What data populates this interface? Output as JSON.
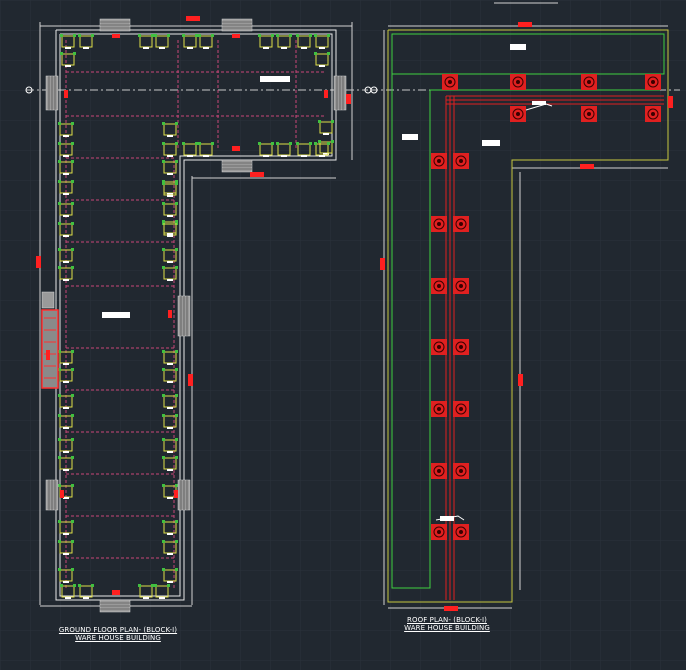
{
  "canvas": {
    "background": "#212830",
    "grid_color": "#2a323b"
  },
  "colors": {
    "outline": "#e8e8e8",
    "dimension": "#d2d2d2",
    "grid": "#c84678",
    "column": "#e0e048",
    "column_cap": "#40c040",
    "marker": "#ff2020",
    "roof_beam": "#e02020",
    "roof_green": "#40d040",
    "roof_yellow": "#c8c840",
    "label_box": "#ffffff"
  },
  "captions": {
    "ground_floor_title": "GROUND FLOOR PLAN- (BLOCK-I)",
    "ground_floor_subtitle": "WARE HOUSE BUILDING",
    "roof_title": "ROOF PLAN- (BLOCK-I)",
    "roof_subtitle": "WARE HOUSE BUILDING"
  }
}
